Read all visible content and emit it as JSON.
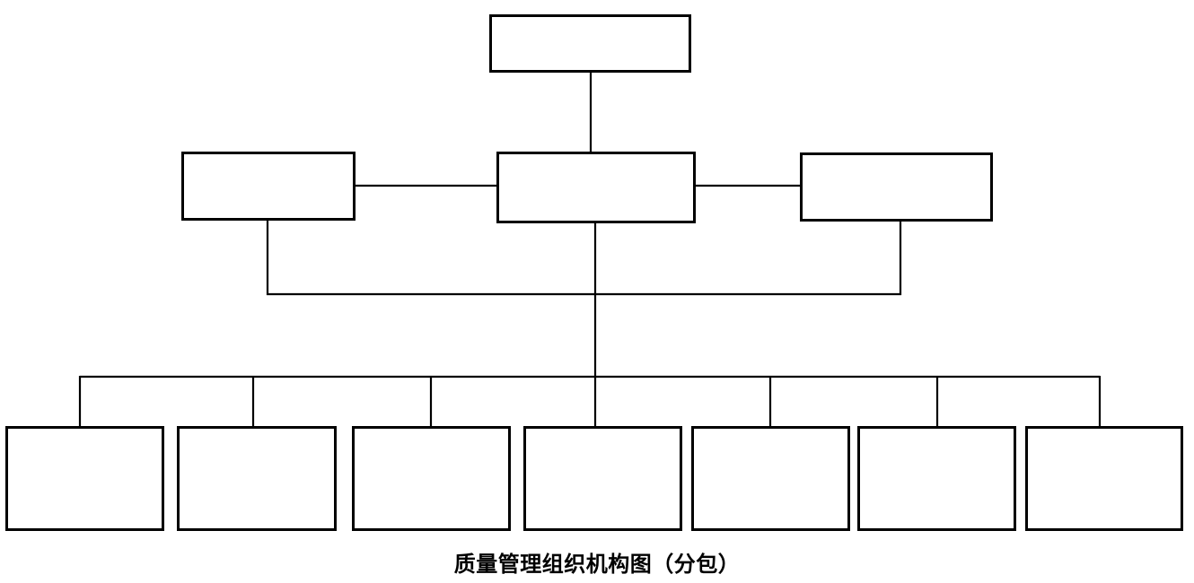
{
  "page": {
    "background_color": "#ffffff",
    "line_color": "#000000"
  },
  "caption": {
    "text": "质量管理组织机构图（分包）"
  },
  "diagram": {
    "type": "org-chart",
    "levels": 3,
    "nodes": {
      "top": {
        "label": ""
      },
      "mid_left": {
        "label": ""
      },
      "mid_center": {
        "label": ""
      },
      "mid_right": {
        "label": ""
      },
      "bottom_1": {
        "label": ""
      },
      "bottom_2": {
        "label": ""
      },
      "bottom_3": {
        "label": ""
      },
      "bottom_4": {
        "label": ""
      },
      "bottom_5": {
        "label": ""
      },
      "bottom_6": {
        "label": ""
      },
      "bottom_7": {
        "label": ""
      }
    }
  }
}
